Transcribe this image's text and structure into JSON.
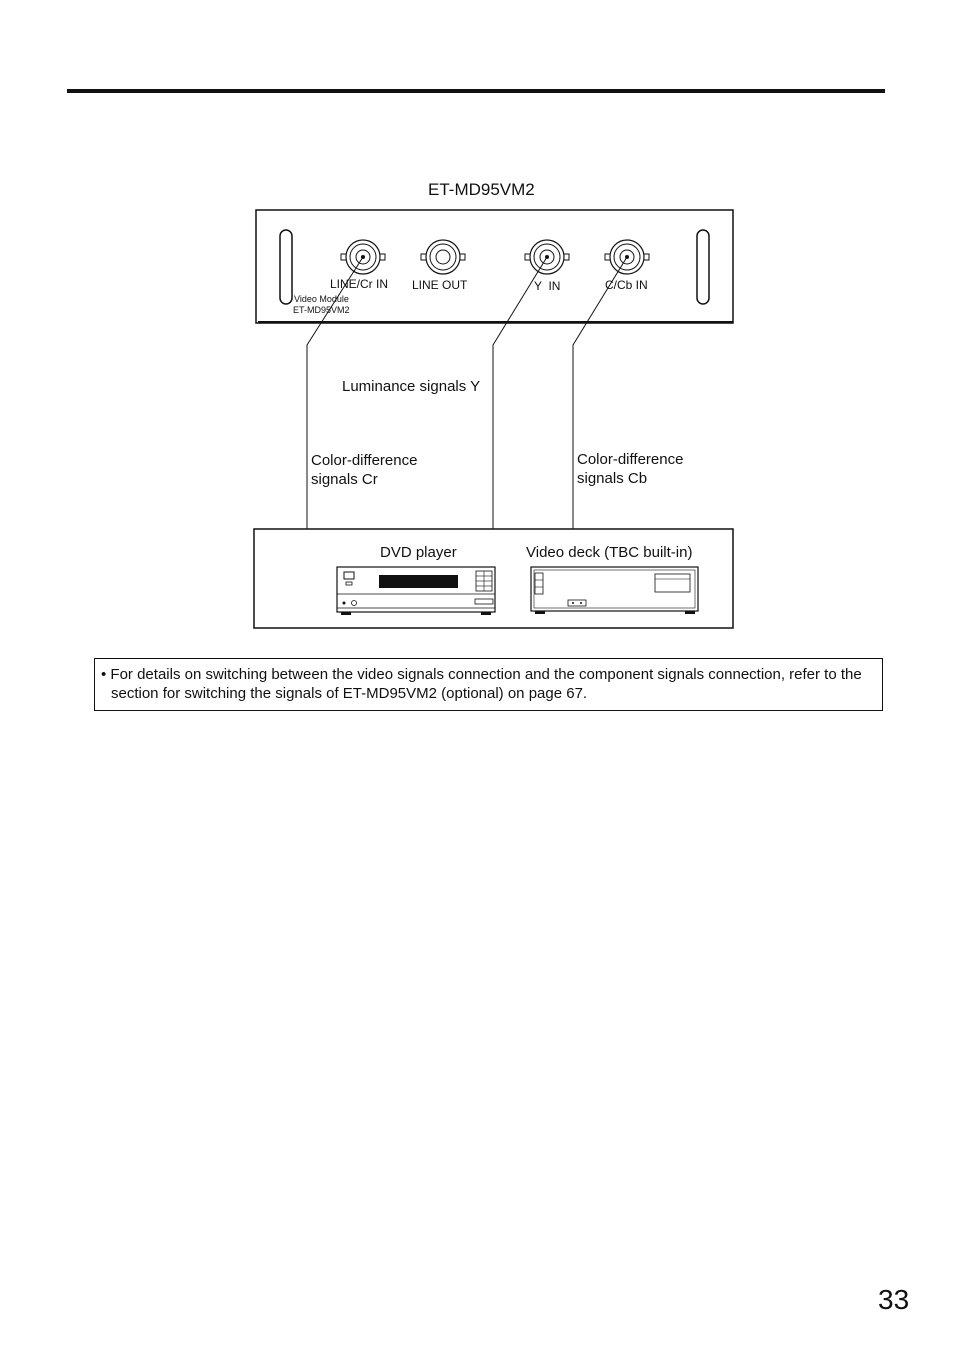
{
  "module": {
    "title": "ET-MD95VM2",
    "connectors": {
      "line_cr_in": "LINE/Cr IN",
      "line_out": "LINE OUT",
      "y_in": "Y  IN",
      "c_cb_in": "C/Cb IN"
    },
    "plate_label_line1": "Video Module",
    "plate_label_line2": "ET-MD95VM2"
  },
  "signals": {
    "luminance": "Luminance signals Y",
    "cr_line1": "Color-difference",
    "cr_line2": "signals Cr",
    "cb_line1": "Color-difference",
    "cb_line2": "signals Cb"
  },
  "devices": {
    "dvd_player": "DVD player",
    "video_deck": "Video deck (TBC built-in)"
  },
  "note": "• For details on switching between the video signals connection and the component signals connection, refer to the section for switching the signals of ET-MD95VM2 (optional) on page 67.",
  "page_number": "33"
}
